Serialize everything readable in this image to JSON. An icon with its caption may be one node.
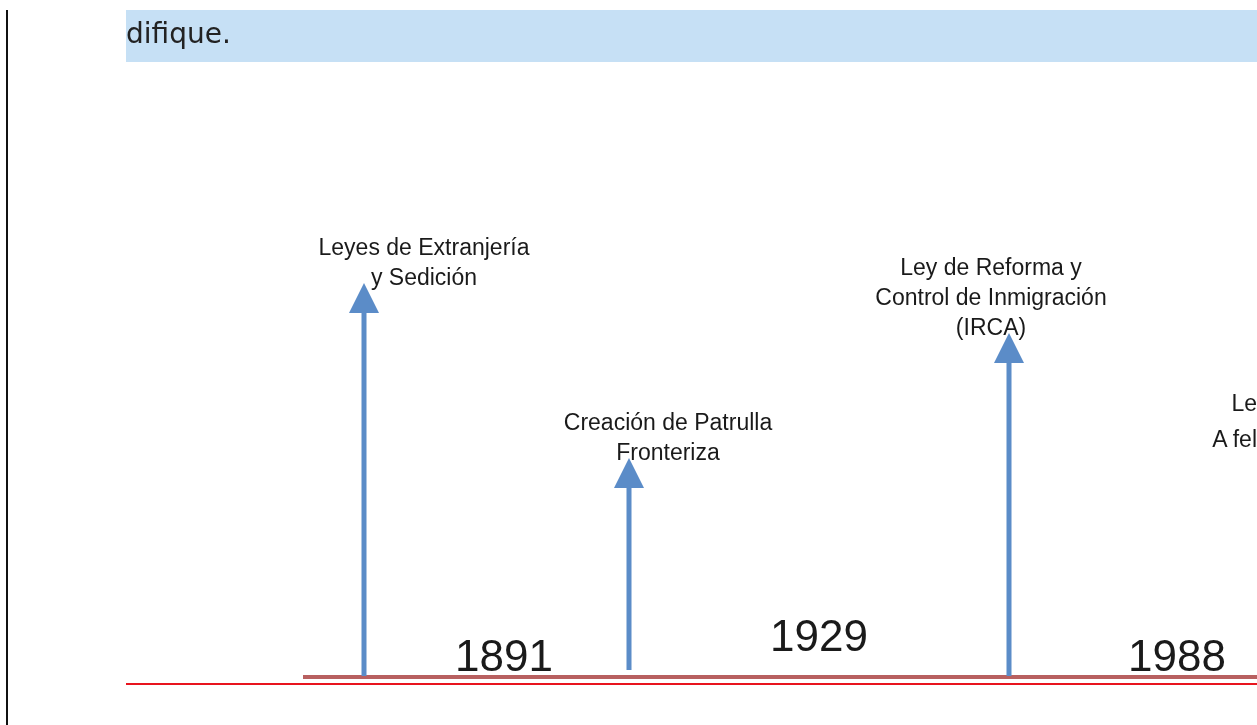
{
  "diagram": {
    "nodes": [
      {
        "text": [
          "Leyes de Extranjería y Sedición"
        ]
      },
      {
        "text": [
          "Creación de Patrulla Fronteriza"
        ]
      },
      {
        "text": [
          "Ley de Reforma y Control de Inmigración (IRCA)"
        ]
      },
      {
        "text": [
          "Le",
          "A fel"
        ]
      }
    ],
    "edges": [
      {
        "from": null,
        "to": 0,
        "arrow": "to"
      },
      {
        "from": null,
        "to": 1,
        "arrow": "to"
      },
      {
        "from": null,
        "to": 2,
        "arrow": "to"
      }
    ],
    "labels": [
      "difique.",
      "1891",
      "1929",
      "1988"
    ]
  }
}
